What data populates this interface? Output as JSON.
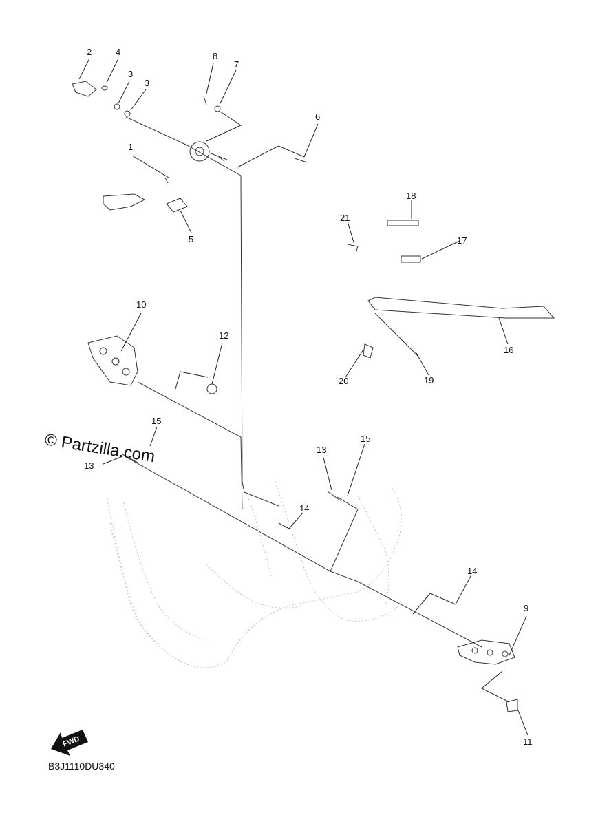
{
  "watermark": "© Partzilla.com",
  "diagram_code": "B3J1110DU340",
  "fwd_badge": "FWD",
  "callouts": {
    "c1": "1",
    "c2": "2",
    "c3a": "3",
    "c3b": "3",
    "c4": "4",
    "c5": "5",
    "c6": "6",
    "c7": "7",
    "c8": "8",
    "c9": "9",
    "c10": "10",
    "c11": "11",
    "c12": "12",
    "c13a": "13",
    "c13b": "13",
    "c14a": "14",
    "c14b": "14",
    "c15a": "15",
    "c15b": "15",
    "c16": "16",
    "c17": "17",
    "c18": "18",
    "c19": "19",
    "c20": "20",
    "c21": "21"
  }
}
